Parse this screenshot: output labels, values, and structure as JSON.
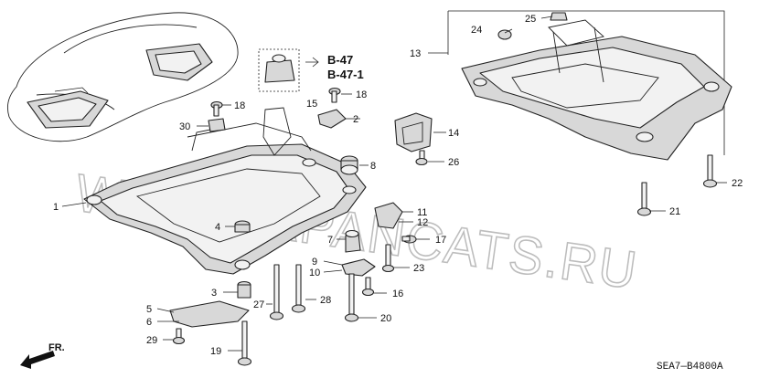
{
  "diagram_code": "SEA7—B4800A",
  "watermark": "WWW.JAPANCATS.RU",
  "front_arrow_label": "FR.",
  "references": [
    "B-47",
    "B-47-1"
  ],
  "callouts": [
    {
      "id": "c1",
      "text": "1"
    },
    {
      "id": "c2",
      "text": "2"
    },
    {
      "id": "c3",
      "text": "3"
    },
    {
      "id": "c4",
      "text": "4"
    },
    {
      "id": "c5",
      "text": "5"
    },
    {
      "id": "c6",
      "text": "6"
    },
    {
      "id": "c7",
      "text": "7"
    },
    {
      "id": "c8",
      "text": "8"
    },
    {
      "id": "c9",
      "text": "9"
    },
    {
      "id": "c10",
      "text": "10"
    },
    {
      "id": "c11",
      "text": "11"
    },
    {
      "id": "c12",
      "text": "12"
    },
    {
      "id": "c13",
      "text": "13"
    },
    {
      "id": "c14",
      "text": "14"
    },
    {
      "id": "c15",
      "text": "15"
    },
    {
      "id": "c16",
      "text": "16"
    },
    {
      "id": "c17",
      "text": "17"
    },
    {
      "id": "c18a",
      "text": "18"
    },
    {
      "id": "c18b",
      "text": "18"
    },
    {
      "id": "c19",
      "text": "19"
    },
    {
      "id": "c20",
      "text": "20"
    },
    {
      "id": "c21",
      "text": "21"
    },
    {
      "id": "c22",
      "text": "22"
    },
    {
      "id": "c23",
      "text": "23"
    },
    {
      "id": "c24",
      "text": "24"
    },
    {
      "id": "c25",
      "text": "25"
    },
    {
      "id": "c26",
      "text": "26"
    },
    {
      "id": "c27",
      "text": "27"
    },
    {
      "id": "c28",
      "text": "28"
    },
    {
      "id": "c29",
      "text": "29"
    },
    {
      "id": "c30",
      "text": "30"
    }
  ]
}
